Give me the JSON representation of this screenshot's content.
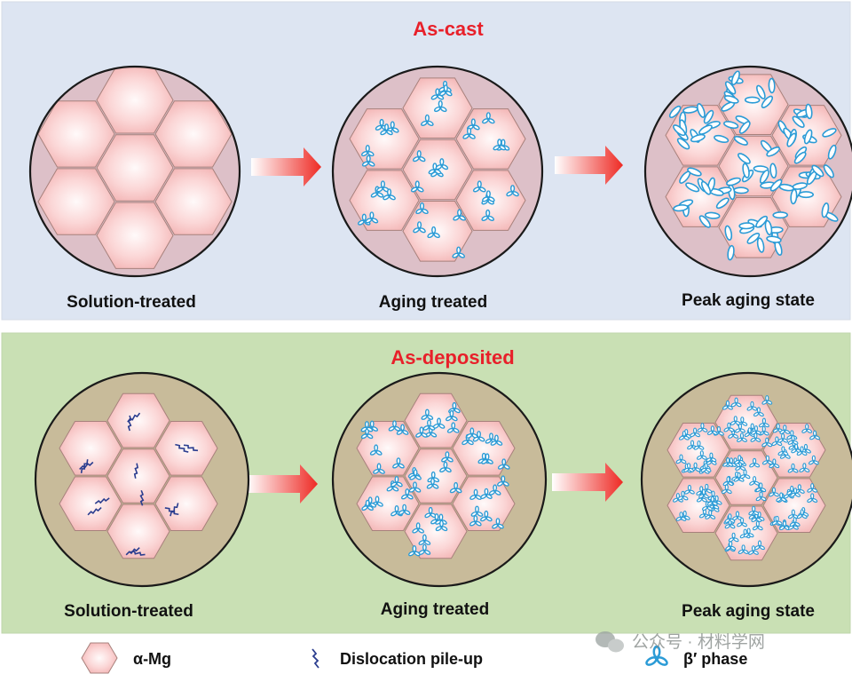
{
  "panels": {
    "top": {
      "title": "As-cast",
      "stages": [
        "Solution-treated",
        "Aging treated",
        "Peak aging state"
      ]
    },
    "bottom": {
      "title": "As-deposited",
      "stages": [
        "Solution-treated",
        "Aging treated",
        "Peak aging state"
      ]
    }
  },
  "legend": {
    "alpha": "α-Mg",
    "dislocation": "Dislocation pile-up",
    "beta": "β′ phase"
  },
  "watermark": "公众号 · 材料学网",
  "colors": {
    "top_bg": "#dde5f2",
    "bottom_bg": "#c9e0b4",
    "title_red": "#e8202a",
    "grain_fill": "#f7c3c3",
    "grain_stroke": "#a7817c",
    "precipitate": "#2b9bd6",
    "dislocation": "#2a3d8f",
    "arrow": "#ee2a24"
  }
}
